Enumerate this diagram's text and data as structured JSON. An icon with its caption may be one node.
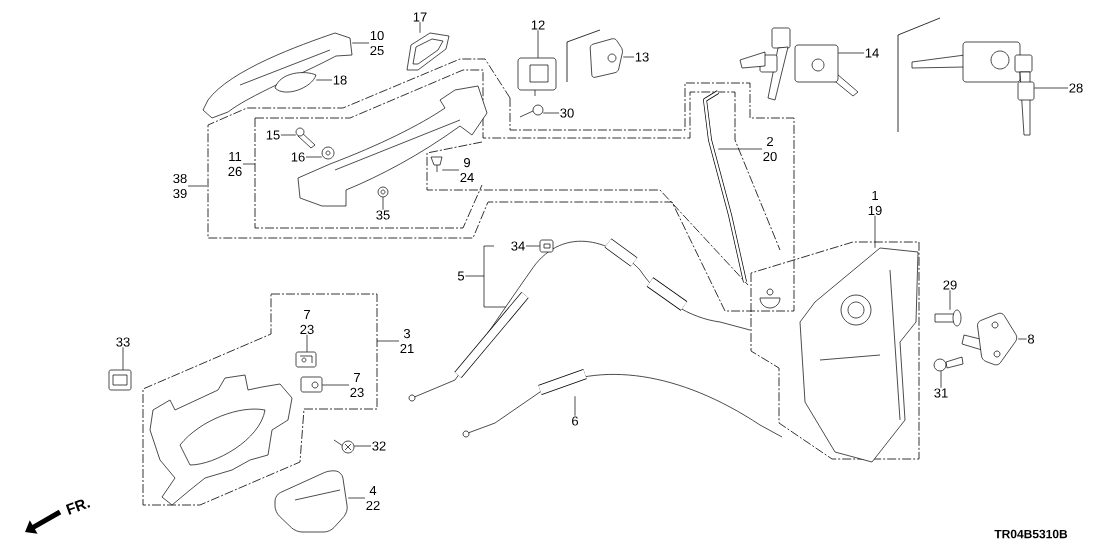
{
  "diagram": {
    "nodes": [
      {
        "text": [
          "10",
          "25"
        ]
      },
      {
        "text": [
          "17"
        ]
      },
      {
        "text": [
          "18"
        ]
      },
      {
        "text": [
          "12"
        ]
      },
      {
        "text": [
          "13"
        ]
      },
      {
        "text": [
          "14"
        ]
      },
      {
        "text": [
          "28"
        ]
      },
      {
        "text": [
          "30"
        ]
      },
      {
        "text": [
          "15"
        ]
      },
      {
        "text": [
          "16"
        ]
      },
      {
        "text": [
          "11",
          "26"
        ]
      },
      {
        "text": [
          "38",
          "39"
        ]
      },
      {
        "text": [
          "9",
          "24"
        ]
      },
      {
        "text": [
          "35"
        ]
      },
      {
        "text": [
          "2",
          "20"
        ]
      },
      {
        "text": [
          "34"
        ]
      },
      {
        "text": [
          "5"
        ]
      },
      {
        "text": [
          "1",
          "19"
        ]
      },
      {
        "text": [
          "29"
        ]
      },
      {
        "text": [
          "8"
        ]
      },
      {
        "text": [
          "31"
        ]
      },
      {
        "text": [
          "7",
          "23"
        ]
      },
      {
        "text": [
          "7",
          "23"
        ]
      },
      {
        "text": [
          "3",
          "21"
        ]
      },
      {
        "text": [
          "33"
        ]
      },
      {
        "text": [
          "32"
        ]
      },
      {
        "text": [
          "4",
          "22"
        ]
      },
      {
        "text": [
          "6"
        ]
      },
      {
        "text": [],
        "shape": "picture"
      },
      {
        "text": [],
        "shape": "picture"
      },
      {
        "text": [],
        "shape": "picture"
      },
      {
        "text": [],
        "shape": "picture"
      },
      {
        "text": [],
        "shape": "picture"
      },
      {
        "text": [],
        "shape": "picture"
      },
      {
        "text": [],
        "shape": "picture"
      },
      {
        "text": [],
        "shape": "picture"
      },
      {
        "text": [],
        "shape": "picture"
      },
      {
        "text": [],
        "shape": "picture"
      },
      {
        "text": [],
        "shape": "picture"
      },
      {
        "text": [],
        "shape": "picture"
      },
      {
        "text": [],
        "shape": "picture"
      },
      {
        "text": [],
        "shape": "picture"
      },
      {
        "text": [],
        "shape": "picture"
      },
      {
        "text": [],
        "shape": "picture"
      },
      {
        "text": [],
        "shape": "picture"
      },
      {
        "text": [],
        "shape": "picture"
      },
      {
        "text": [],
        "shape": "picture"
      },
      {
        "text": [],
        "shape": "picture"
      },
      {
        "text": [],
        "shape": "picture"
      },
      {
        "text": [],
        "shape": "picture"
      },
      {
        "text": [],
        "shape": "picture"
      },
      {
        "text": [],
        "shape": "picture"
      },
      {
        "text": [],
        "shape": "picture"
      }
    ],
    "edges": [
      {
        "from": 0,
        "to": 28,
        "arrow": "none"
      },
      {
        "from": 1,
        "to": 29,
        "arrow": "none"
      },
      {
        "from": 2,
        "to": 30,
        "arrow": "none"
      },
      {
        "from": 3,
        "to": 31,
        "arrow": "none"
      },
      {
        "from": 4,
        "to": 32,
        "arrow": "none"
      },
      {
        "from": 5,
        "to": 33,
        "arrow": "none"
      },
      {
        "from": 6,
        "to": 34,
        "arrow": "none"
      },
      {
        "from": 7,
        "to": 35,
        "arrow": "none"
      },
      {
        "from": 8,
        "to": 36,
        "arrow": "none"
      },
      {
        "from": 9,
        "to": 37,
        "arrow": "none"
      },
      {
        "from": 10,
        "to": null,
        "arrow": "none"
      },
      {
        "from": 11,
        "to": null,
        "arrow": "none"
      },
      {
        "from": 12,
        "to": 39,
        "arrow": "none"
      },
      {
        "from": 13,
        "to": 38,
        "arrow": "none"
      },
      {
        "from": 14,
        "to": 40,
        "arrow": "none"
      },
      {
        "from": 15,
        "to": 41,
        "arrow": "none"
      },
      {
        "from": 16,
        "to": 42,
        "arrow": "none"
      },
      {
        "from": 17,
        "to": 44,
        "arrow": "none"
      },
      {
        "from": 18,
        "to": 45,
        "arrow": "none"
      },
      {
        "from": 19,
        "to": 46,
        "arrow": "none"
      },
      {
        "from": 20,
        "to": 47,
        "arrow": "none"
      },
      {
        "from": 21,
        "to": 48,
        "arrow": "none"
      },
      {
        "from": 22,
        "to": 49,
        "arrow": "none"
      },
      {
        "from": 23,
        "to": null,
        "arrow": "none"
      },
      {
        "from": 24,
        "to": 50,
        "arrow": "none"
      },
      {
        "from": 25,
        "to": 51,
        "arrow": "none"
      },
      {
        "from": 26,
        "to": 52,
        "arrow": "none"
      },
      {
        "from": 27,
        "to": 43,
        "arrow": "none"
      }
    ],
    "labels": [
      "FR.",
      "TR04B5310B"
    ]
  }
}
